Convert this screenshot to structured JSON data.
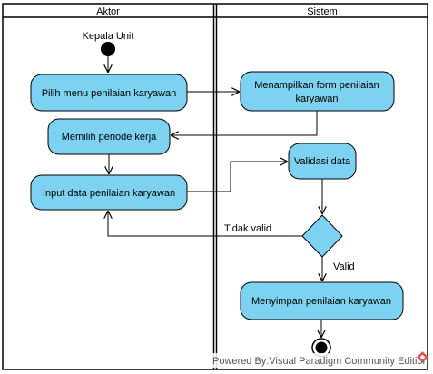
{
  "lanes": [
    "Aktor",
    "Sistem"
  ],
  "start_label": "Kepala Unit",
  "actions": {
    "pilih_menu": "Pilih menu penilaian karyawan",
    "menampilkan_1": "Menampilkan form penilaian",
    "menampilkan_2": "karyawan",
    "memilih_periode": "Memilih periode kerja",
    "validasi": "Validasi data",
    "input_data": "Input data penilaian karyawan",
    "menyimpan": "Menyimpan penilaian karyawan"
  },
  "guards": {
    "tidak_valid": "Tidak valid",
    "valid": "Valid"
  },
  "watermark": "Powered By​:Visual Paradigm Community Edition",
  "colors": {
    "node_fill": "#7dd2f1",
    "stroke": "#000000",
    "watermark_logo": "#d9534f"
  }
}
